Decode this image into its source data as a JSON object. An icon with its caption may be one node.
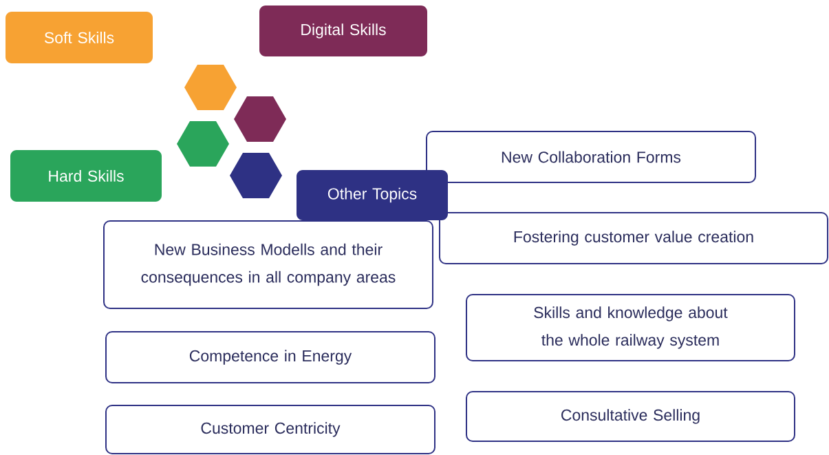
{
  "diagram": {
    "nodes": [
      {
        "text": [
          "Soft Skills"
        ]
      },
      {
        "text": [
          "Digital Skills"
        ]
      },
      {
        "text": [],
        "shape": "hexagon"
      },
      {
        "text": [],
        "shape": "hexagon"
      },
      {
        "text": [],
        "shape": "hexagon"
      },
      {
        "text": [
          "Hard Skills"
        ]
      },
      {
        "text": [],
        "shape": "hexagon"
      },
      {
        "text": [
          "New Collaboration Forms"
        ]
      },
      {
        "text": [
          "Other Topics"
        ]
      },
      {
        "text": [
          "Fostering customer value creation"
        ]
      },
      {
        "text": [
          "New Business Modells and their consequences in all company areas"
        ]
      },
      {
        "text": [
          "Skills and knowledge about the whole railway system"
        ]
      },
      {
        "text": [
          "Competence in Energy"
        ]
      },
      {
        "text": [
          "Consultative Selling"
        ]
      },
      {
        "text": [
          "Customer Centricity"
        ]
      }
    ]
  }
}
